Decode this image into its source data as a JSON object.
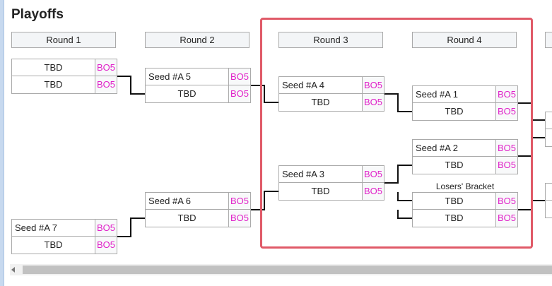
{
  "title": "Playoffs",
  "rounds": [
    "Round 1",
    "Round 2",
    "Round 3",
    "Round 4"
  ],
  "matches": {
    "r1_m1": {
      "top": {
        "name": "TBD",
        "score": "BO5"
      },
      "bottom": {
        "name": "TBD",
        "score": "BO5"
      }
    },
    "r1_m2": {
      "top": {
        "name": "Seed #A 7",
        "score": "BO5"
      },
      "bottom": {
        "name": "TBD",
        "score": "BO5"
      }
    },
    "r2_m1": {
      "top": {
        "name": "Seed #A 5",
        "score": "BO5"
      },
      "bottom": {
        "name": "TBD",
        "score": "BO5"
      }
    },
    "r2_m2": {
      "top": {
        "name": "Seed #A 6",
        "score": "BO5"
      },
      "bottom": {
        "name": "TBD",
        "score": "BO5"
      }
    },
    "r3_m1": {
      "top": {
        "name": "Seed #A 4",
        "score": "BO5"
      },
      "bottom": {
        "name": "TBD",
        "score": "BO5"
      }
    },
    "r3_m2": {
      "top": {
        "name": "Seed #A 3",
        "score": "BO5"
      },
      "bottom": {
        "name": "TBD",
        "score": "BO5"
      }
    },
    "r4_m1": {
      "top": {
        "name": "Seed #A 1",
        "score": "BO5"
      },
      "bottom": {
        "name": "TBD",
        "score": "BO5"
      }
    },
    "r4_m2": {
      "top": {
        "name": "Seed #A 2",
        "score": "BO5"
      },
      "bottom": {
        "name": "TBD",
        "score": "BO5"
      }
    },
    "r4_m3": {
      "top": {
        "name": "TBD",
        "score": "BO5"
      },
      "bottom": {
        "name": "TBD",
        "score": "BO5"
      }
    }
  },
  "losers_bracket_label": "Losers' Bracket",
  "highlight_color": "#e05a68",
  "score_color": "#e020c8"
}
